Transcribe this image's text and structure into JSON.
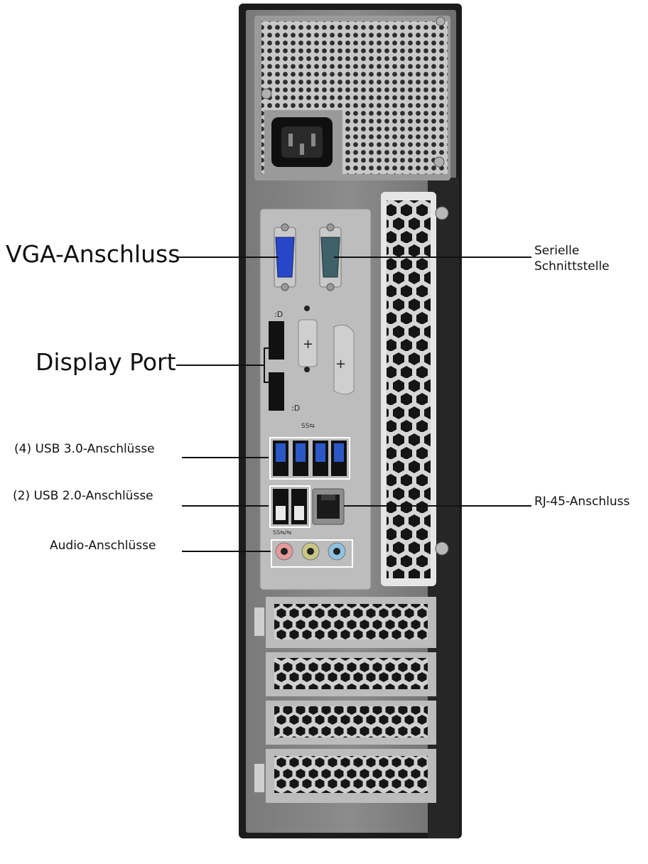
{
  "labels": {
    "vga": "VGA-Anschluss",
    "serial_line1": "Serielle",
    "serial_line2": "Schnittstelle",
    "displayport": "Display Port",
    "usb3": "(4) USB 3.0-Anschlüsse",
    "usb2": "(2) USB 2.0-Anschlüsse",
    "rj45": "RJ-45-Anschluss",
    "audio": "Audio-Anschlüsse",
    "ss_mark": "SS⇆",
    "ss_mark2": "SS⇆/⇆"
  },
  "colors": {
    "chassis": "#7f7f7f",
    "frame_dark": "#1c1c1c",
    "io_plate": "#b9b9b9",
    "vga_blue": "#2747c8",
    "serial_blue": "#3f6168",
    "usb3_blue": "#2b58c7",
    "audio_pink": "#e59a9a",
    "audio_green": "#c9c782",
    "audio_blue": "#8fc3e1"
  }
}
